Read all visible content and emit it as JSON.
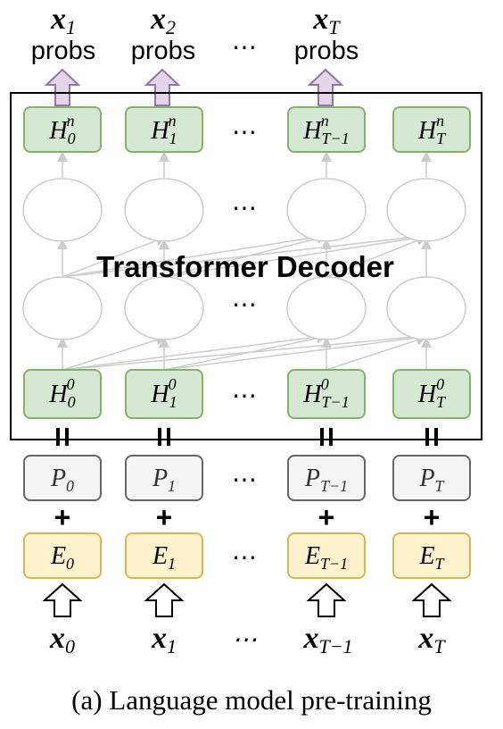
{
  "decoder_label": "Transformer Decoder",
  "ellipsis": "⋯",
  "plus": "+",
  "output_symbols": [
    "1",
    "2",
    "",
    "T"
  ],
  "outputs": [
    {
      "var": "x",
      "sub": "1",
      "label": "probs"
    },
    {
      "var": "x",
      "sub": "2",
      "label": "probs"
    },
    {
      "var": "x",
      "sub": "T",
      "label": "probs"
    }
  ],
  "columns": [
    {
      "top": {
        "base": "H",
        "sub": "0",
        "sup": "n"
      },
      "bottom": {
        "base": "H",
        "sub": "0",
        "sup": "0"
      },
      "pos": {
        "base": "P",
        "sub": "0"
      },
      "emb": {
        "base": "E",
        "sub": "0"
      },
      "input": {
        "base": "x",
        "sub": "0"
      }
    },
    {
      "top": {
        "base": "H",
        "sub": "1",
        "sup": "n"
      },
      "bottom": {
        "base": "H",
        "sub": "1",
        "sup": "0"
      },
      "pos": {
        "base": "P",
        "sub": "1"
      },
      "emb": {
        "base": "E",
        "sub": "1"
      },
      "input": {
        "base": "x",
        "sub": "1"
      }
    },
    {
      "top": {
        "base": "H",
        "sub": "T−1",
        "sup": "n"
      },
      "bottom": {
        "base": "H",
        "sub": "T−1",
        "sup": "0"
      },
      "pos": {
        "base": "P",
        "sub": "T−1"
      },
      "emb": {
        "base": "E",
        "sub": "T−1"
      },
      "input": {
        "base": "x",
        "sub": "T−1"
      }
    },
    {
      "top": {
        "base": "H",
        "sub": "T",
        "sup": "n"
      },
      "bottom": {
        "base": "H",
        "sub": "T",
        "sup": "0"
      },
      "pos": {
        "base": "P",
        "sub": "T"
      },
      "emb": {
        "base": "E",
        "sub": "T"
      },
      "input": {
        "base": "x",
        "sub": "T"
      }
    }
  ],
  "caption": "(a) Language model pre-training",
  "colors": {
    "hidden_fill": "#d5e8d4",
    "hidden_stroke": "#82b366",
    "pos_fill": "#f5f5f5",
    "pos_stroke": "#666666",
    "emb_fill": "#fff2cc",
    "emb_stroke": "#d6b656",
    "out_arrow_fill": "#e1d5e7",
    "out_arrow_stroke": "#9673a6",
    "faint": "#cccccc"
  }
}
